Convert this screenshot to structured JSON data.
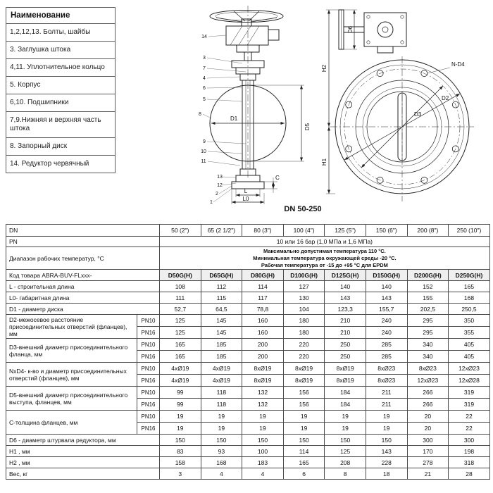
{
  "parts_table": {
    "header": "Наименование",
    "rows": [
      "1,2,12,13. Болты, шайбы",
      "3. Заглушка штока",
      "4,11. Уплотнительное кольцо",
      "5. Корпус",
      "6,10. Подшипники",
      "7,9.Нижняя и верхняя часть штока",
      "8. Запорный диск",
      "14. Редуктор червячный"
    ]
  },
  "drawings": {
    "caption": "DN 50-250",
    "side": {
      "labels": {
        "d1": "D1",
        "d5": "D5",
        "l": "L",
        "l0": "L0",
        "c": "C"
      },
      "callouts": [
        "14",
        "3",
        "7",
        "4",
        "6",
        "5",
        "8",
        "9",
        "10",
        "11",
        "13",
        "12",
        "2",
        "1"
      ]
    },
    "front": {
      "labels": {
        "d6": "D6",
        "h1": "H1",
        "h2": "H2",
        "nd4": "N-D4",
        "d2": "D2",
        "d3": "D3"
      }
    }
  },
  "spec_table": {
    "pn_labels": [
      "PN10",
      "PN16"
    ],
    "dn": {
      "label": "DN",
      "values": [
        "50 (2\")",
        "65 (2 1/2\")",
        "80 (3\")",
        "100 (4\")",
        "125 (5\")",
        "150 (6\")",
        "200 (8\")",
        "250 (10\")"
      ]
    },
    "pn": {
      "label": "PN",
      "value": "10 или 16 бар (1,0 МПа и 1,6 МПа)"
    },
    "temp": {
      "label": "Диапазон рабочих температур, °C",
      "lines": [
        "Максимально допустимая температура 110 °C.",
        "Минимальная температура окружающей среды -20 °C.",
        "Рабочая температура от -15 до +95 °C для EPDM"
      ]
    },
    "rows": [
      {
        "label": "Код товара ABRA-BUV-FLxxx-",
        "strong": true,
        "values": [
          "D50G(H)",
          "D65G(H)",
          "D80G(H)",
          "D100G(H)",
          "D125G(H)",
          "D150G(H)",
          "D200G(H)",
          "D250G(H)"
        ]
      },
      {
        "label": "L - строительная длина",
        "values": [
          "108",
          "112",
          "114",
          "127",
          "140",
          "140",
          "152",
          "165"
        ]
      },
      {
        "label": "L0- габаритная длина",
        "values": [
          "111",
          "115",
          "117",
          "130",
          "143",
          "143",
          "155",
          "168"
        ]
      },
      {
        "label": "D1 - диаметр диска",
        "values": [
          "52,7",
          "64,5",
          "78,8",
          "104",
          "123,3",
          "155,7",
          "202,5",
          "250,5"
        ]
      },
      {
        "label": "D2-межосевое расстояние присоединительных отверстий (фланцев), мм",
        "pn10": [
          "125",
          "145",
          "160",
          "180",
          "210",
          "240",
          "295",
          "350"
        ],
        "pn16": [
          "125",
          "145",
          "160",
          "180",
          "210",
          "240",
          "295",
          "355"
        ]
      },
      {
        "label": "D3-внешний диаметр присоединительного фланца, мм",
        "pn10": [
          "165",
          "185",
          "200",
          "220",
          "250",
          "285",
          "340",
          "405"
        ],
        "pn16": [
          "165",
          "185",
          "200",
          "220",
          "250",
          "285",
          "340",
          "405"
        ]
      },
      {
        "label": "NxD4- к-во и диаметр присоединительных отверстий (фланцев), мм",
        "pn10": [
          "4xØ19",
          "4xØ19",
          "8xØ19",
          "8xØ19",
          "8xØ19",
          "8xØ23",
          "8xØ23",
          "12xØ23"
        ],
        "pn16": [
          "4xØ19",
          "4xØ19",
          "8xØ19",
          "8xØ19",
          "8xØ19",
          "8xØ23",
          "12xØ23",
          "12xØ28"
        ]
      },
      {
        "label": "D5-внешний диаметр присоединительного выступа, фланцев, мм",
        "pn10": [
          "99",
          "118",
          "132",
          "156",
          "184",
          "211",
          "266",
          "319"
        ],
        "pn16": [
          "99",
          "118",
          "132",
          "156",
          "184",
          "211",
          "266",
          "319"
        ]
      },
      {
        "label": "C-толщина фланцев, мм",
        "pn10": [
          "19",
          "19",
          "19",
          "19",
          "19",
          "19",
          "20",
          "22"
        ],
        "pn16": [
          "19",
          "19",
          "19",
          "19",
          "19",
          "19",
          "20",
          "22"
        ]
      },
      {
        "label": "D6 - диаметр штурвала редуктора, мм",
        "values": [
          "150",
          "150",
          "150",
          "150",
          "150",
          "150",
          "300",
          "300"
        ]
      },
      {
        "label": "H1 , мм",
        "values": [
          "83",
          "93",
          "100",
          "114",
          "125",
          "143",
          "170",
          "198"
        ]
      },
      {
        "label": "H2 , мм",
        "values": [
          "158",
          "168",
          "183",
          "165",
          "208",
          "228",
          "278",
          "318"
        ]
      },
      {
        "label": "Вес, кг",
        "values": [
          "3",
          "4",
          "4",
          "6",
          "8",
          "18",
          "21",
          "28"
        ]
      }
    ]
  }
}
